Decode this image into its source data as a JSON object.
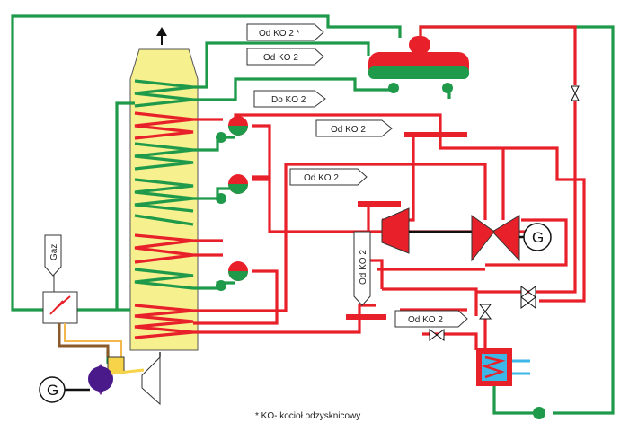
{
  "labels": {
    "od_ko2_star": "Od KO 2 *",
    "od_ko2_top": "Od KO 2",
    "do_ko2": "Do KO 2",
    "od_ko2_mid": "Od KO 2",
    "od_ko2_left": "Od KO 2",
    "od_ko2_vertical": "Od KO 2",
    "od_ko2_bottom": "Od KO 2",
    "gaz": "Gaz",
    "gen_left": "G",
    "gen_right": "G",
    "footnote": "* KO- kocioł odzysknicowy"
  },
  "colors": {
    "water": "#1f9a4b",
    "steam": "#e8202a",
    "stack": "#f7f08e",
    "gas_line": "#8a5a2b"
  }
}
